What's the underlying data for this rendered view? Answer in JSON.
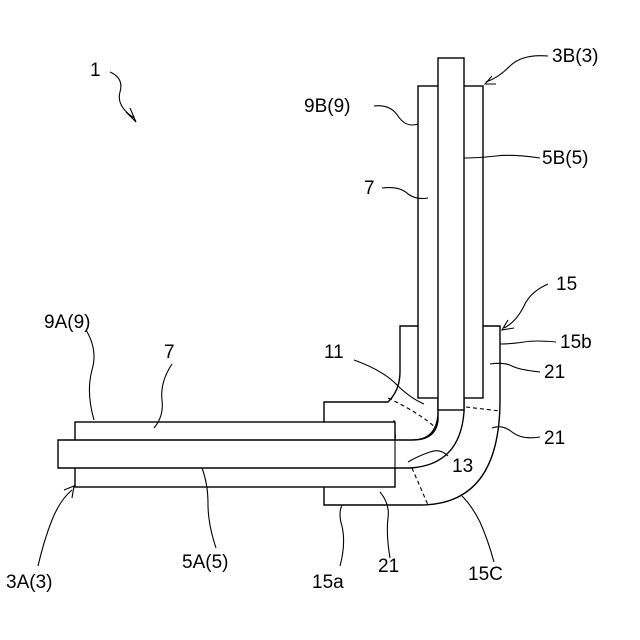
{
  "figure": {
    "reference_numeral": "1",
    "labels": {
      "pipe_3b": "3B(3)",
      "sheath_9b": "9B(9)",
      "core_5b": "5B(5)",
      "filler_upper": "7",
      "joint_15": "15",
      "edge_15b": "15b",
      "part_11": "11",
      "region_21_right_upper": "21",
      "region_21_right_lower": "21",
      "sheath_9a": "9A(9)",
      "filler_lower": "7",
      "part_13": "13",
      "pipe_3a": "3A(3)",
      "core_5a": "5A(5)",
      "edge_15a": "15a",
      "region_21_bottom": "21",
      "corner_15c": "15C"
    }
  }
}
